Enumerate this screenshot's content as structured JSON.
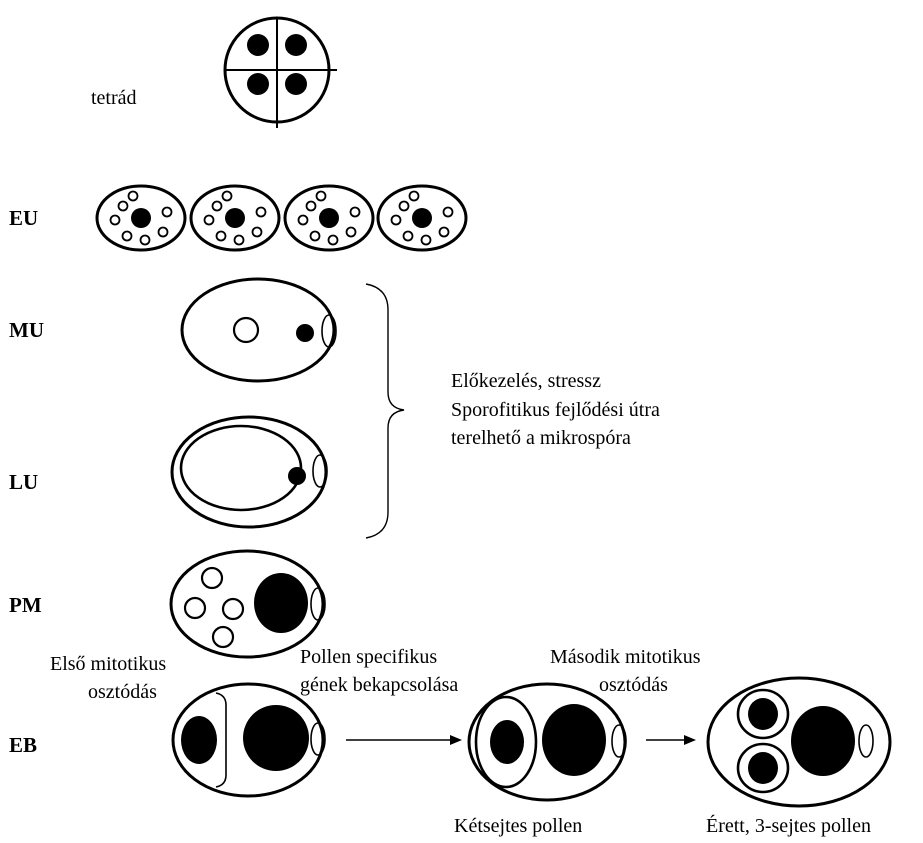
{
  "labels": {
    "tetrad": "tetrád",
    "eu": "EU",
    "mu": "MU",
    "lu": "LU",
    "pm": "PM",
    "eb": "EB"
  },
  "annotations": {
    "stress_line1": "Előkezelés, stressz",
    "stress_line2": "Sporofitikus fejlődési útra",
    "stress_line3": "terelhető a mikrospóra",
    "first_mitosis_line1": "Első mitotikus",
    "first_mitosis_line2": "osztódás",
    "pollen_genes_line1": "Pollen specifikus",
    "pollen_genes_line2": "gének bekapcsolása",
    "second_mitosis_line1": "Második mitotikus",
    "second_mitosis_line2": "osztódás",
    "bicellular": "Kétsejtes pollen",
    "mature": "Érett, 3-sejtes pollen"
  }
}
